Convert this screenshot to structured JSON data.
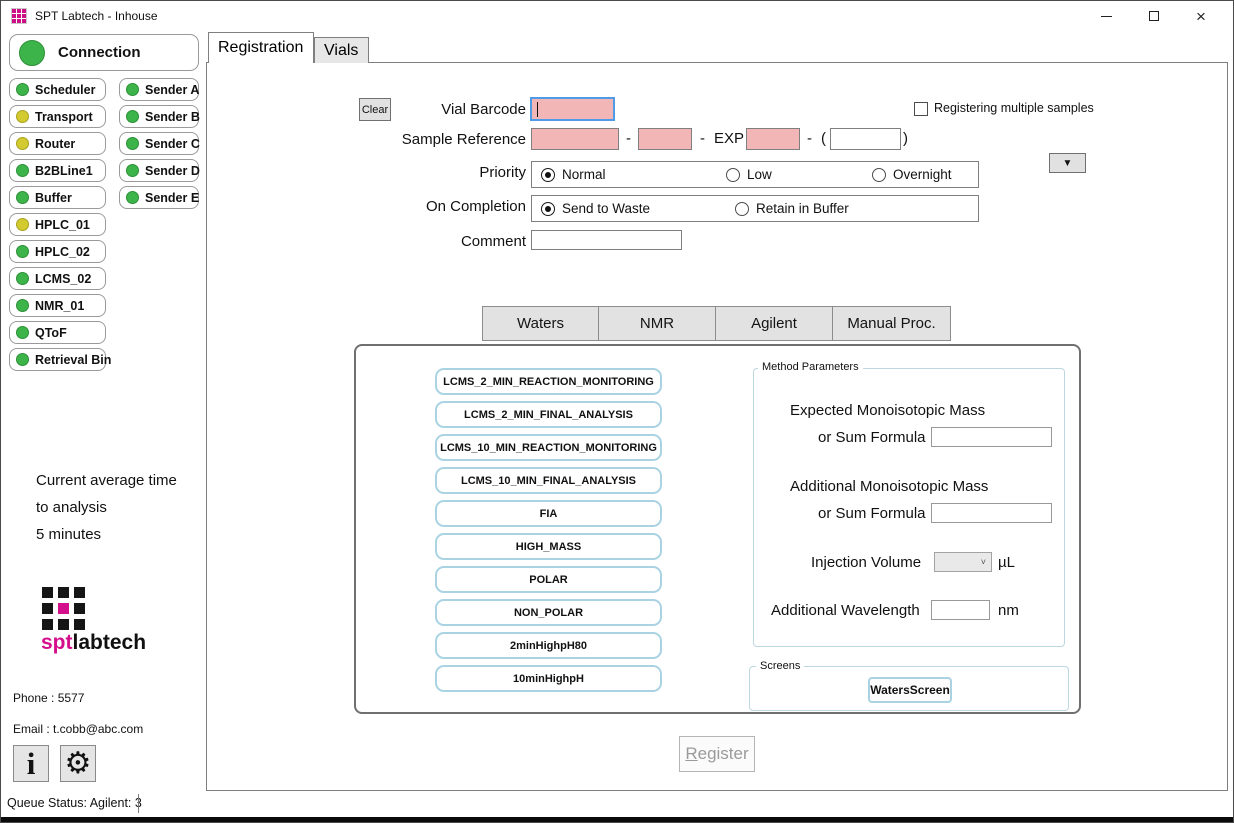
{
  "window": {
    "title": "SPT Labtech - Inhouse",
    "status_bar": "Queue Status: Agilent: 3"
  },
  "icons": {
    "gear": "⚙",
    "info": "i",
    "dropdown_arrow": "▼",
    "select_chevron": "˅",
    "close": "×"
  },
  "colors": {
    "brand_magenta": "#d40f8c",
    "status_green": "#3db449",
    "status_yellow": "#d2ca2e",
    "input_pink": "#f2b6b6",
    "focus_blue": "#4f9be8",
    "method_border_blue": "#a9d3e3"
  },
  "sidebar": {
    "connection_label": "Connection",
    "connection_status": "green",
    "devices": [
      {
        "label": "Scheduler",
        "status": "green"
      },
      {
        "label": "Transport",
        "status": "yellow"
      },
      {
        "label": "Router",
        "status": "yellow"
      },
      {
        "label": "B2BLine1",
        "status": "green"
      },
      {
        "label": "Buffer",
        "status": "green"
      },
      {
        "label": "HPLC_01",
        "status": "yellow"
      },
      {
        "label": "HPLC_02",
        "status": "green"
      },
      {
        "label": "LCMS_02",
        "status": "green"
      },
      {
        "label": "NMR_01",
        "status": "green"
      },
      {
        "label": "QToF",
        "status": "green"
      },
      {
        "label": "Retrieval Bin",
        "status": "green"
      }
    ],
    "senders": [
      {
        "label": "Sender A",
        "status": "green"
      },
      {
        "label": "Sender B",
        "status": "green"
      },
      {
        "label": "Sender C",
        "status": "green"
      },
      {
        "label": "Sender D",
        "status": "green"
      },
      {
        "label": "Sender E",
        "status": "green"
      }
    ],
    "avg_time_lines": [
      "Current average time",
      "to analysis",
      "5 minutes"
    ],
    "logo": {
      "spt": "spt",
      "labtech": "labtech"
    },
    "phone": "Phone : 5577",
    "email": "Email : t.cobb@abc.com"
  },
  "tabs": [
    {
      "label": "Registration",
      "active": true
    },
    {
      "label": "Vials",
      "active": false
    }
  ],
  "form": {
    "clear_button": "Clear",
    "vial_barcode": {
      "label": "Vial Barcode",
      "value": ""
    },
    "sample_reference": {
      "label": "Sample Reference",
      "dash": "-",
      "exp_label": "EXP",
      "open_paren": "(",
      "close_paren": ")",
      "values": [
        "",
        "",
        "",
        ""
      ]
    },
    "priority": {
      "label": "Priority",
      "options": [
        {
          "label": "Normal",
          "selected": true
        },
        {
          "label": "Low",
          "selected": false
        },
        {
          "label": "Overnight",
          "selected": false
        }
      ]
    },
    "on_completion": {
      "label": "On Completion",
      "options": [
        {
          "label": "Send to Waste",
          "selected": true
        },
        {
          "label": "Retain in Buffer",
          "selected": false
        }
      ]
    },
    "comment": {
      "label": "Comment",
      "value": ""
    },
    "multiple_samples": {
      "label": "Registering multiple samples",
      "checked": false
    }
  },
  "instrument_tabs": [
    "Waters",
    "NMR",
    "Agilent",
    "Manual Proc."
  ],
  "methods": [
    "LCMS_2_MIN_REACTION_MONITORING",
    "LCMS_2_MIN_FINAL_ANALYSIS",
    "LCMS_10_MIN_REACTION_MONITORING",
    "LCMS_10_MIN_FINAL_ANALYSIS",
    "FIA",
    "HIGH_MASS",
    "POLAR",
    "NON_POLAR",
    "2minHighpH80",
    "10minHighpH"
  ],
  "method_parameters": {
    "title": "Method Parameters",
    "expected_mass_label": "Expected Monoisotopic Mass",
    "or_sum_formula_label": "or Sum Formula",
    "additional_mass_label": "Additional Monoisotopic Mass",
    "injection_volume_label": "Injection Volume",
    "injection_volume_unit": "µL",
    "injection_volume_value": "",
    "additional_wavelength_label": "Additional Wavelength",
    "additional_wavelength_unit": "nm"
  },
  "screens": {
    "title": "Screens",
    "buttons": [
      "WatersScreen"
    ]
  },
  "register": {
    "mnemonic": "R",
    "rest": "egister"
  }
}
